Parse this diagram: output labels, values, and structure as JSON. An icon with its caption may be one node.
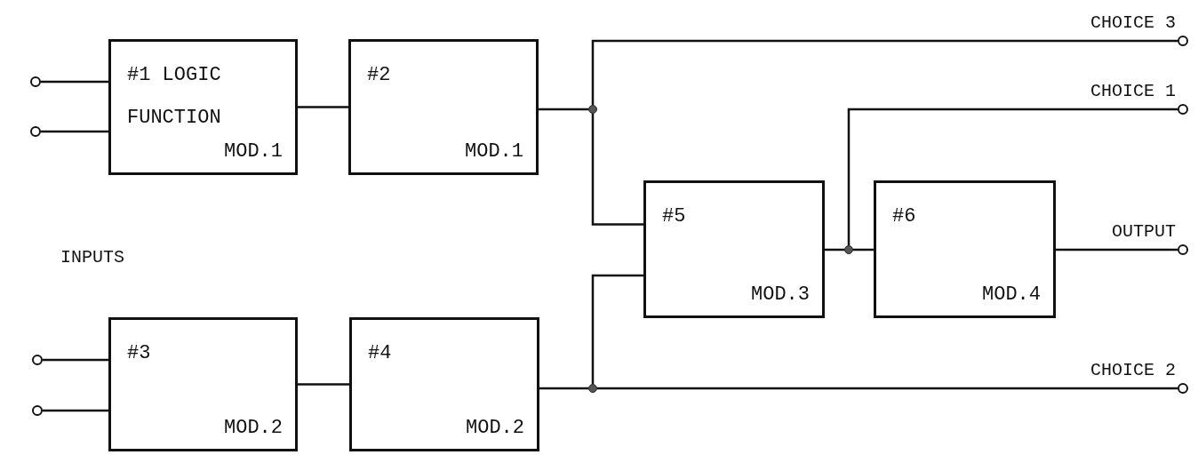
{
  "diagram": {
    "nodes": [
      {
        "text": [],
        "shape": "circle"
      },
      {
        "text": [],
        "shape": "circle"
      },
      {
        "text": [
          "#1 LOGIC FUNCTION",
          "MOD.1"
        ]
      },
      {
        "text": [
          "#2",
          "MOD.1"
        ]
      },
      {
        "text": [
          "#3",
          "MOD.2"
        ]
      },
      {
        "text": [
          "#4",
          "MOD.2"
        ]
      },
      {
        "text": [
          "#5",
          "MOD.3"
        ]
      },
      {
        "text": [
          "#6",
          "MOD.4"
        ]
      },
      {
        "text": [],
        "shape": "circle"
      },
      {
        "text": [],
        "shape": "circle"
      },
      {
        "text": [],
        "shape": "dot"
      },
      {
        "text": [],
        "shape": "dot"
      },
      {
        "text": [],
        "shape": "dot"
      },
      {
        "text": [],
        "shape": "circle",
        "beside": [
          "CHOICE 3"
        ]
      },
      {
        "text": [],
        "shape": "circle",
        "beside": [
          "CHOICE 1"
        ]
      },
      {
        "text": [],
        "shape": "circle",
        "beside": [
          "OUTPUT"
        ]
      },
      {
        "text": [],
        "shape": "circle",
        "beside": [
          "CHOICE 2"
        ]
      }
    ],
    "edges": [
      {
        "from": 0,
        "to": 2,
        "arrow": "none"
      },
      {
        "from": 1,
        "to": 2,
        "arrow": "none"
      },
      {
        "from": 2,
        "to": 3,
        "arrow": "none"
      },
      {
        "from": 3,
        "to": 10,
        "arrow": "none"
      },
      {
        "from": 10,
        "to": 13,
        "arrow": "none"
      },
      {
        "from": 10,
        "to": 6,
        "arrow": "none"
      },
      {
        "from": 8,
        "to": 4,
        "arrow": "none"
      },
      {
        "from": 9,
        "to": 4,
        "arrow": "none"
      },
      {
        "from": 4,
        "to": 5,
        "arrow": "none"
      },
      {
        "from": 5,
        "to": 12,
        "arrow": "none"
      },
      {
        "from": 12,
        "to": 16,
        "arrow": "none"
      },
      {
        "from": 12,
        "to": 6,
        "arrow": "none"
      },
      {
        "from": 6,
        "to": 11,
        "arrow": "none"
      },
      {
        "from": 11,
        "to": 14,
        "arrow": "none"
      },
      {
        "from": 11,
        "to": 7,
        "arrow": "none"
      },
      {
        "from": 7,
        "to": 15,
        "arrow": "none"
      }
    ],
    "labels": [
      "INPUTS"
    ]
  }
}
